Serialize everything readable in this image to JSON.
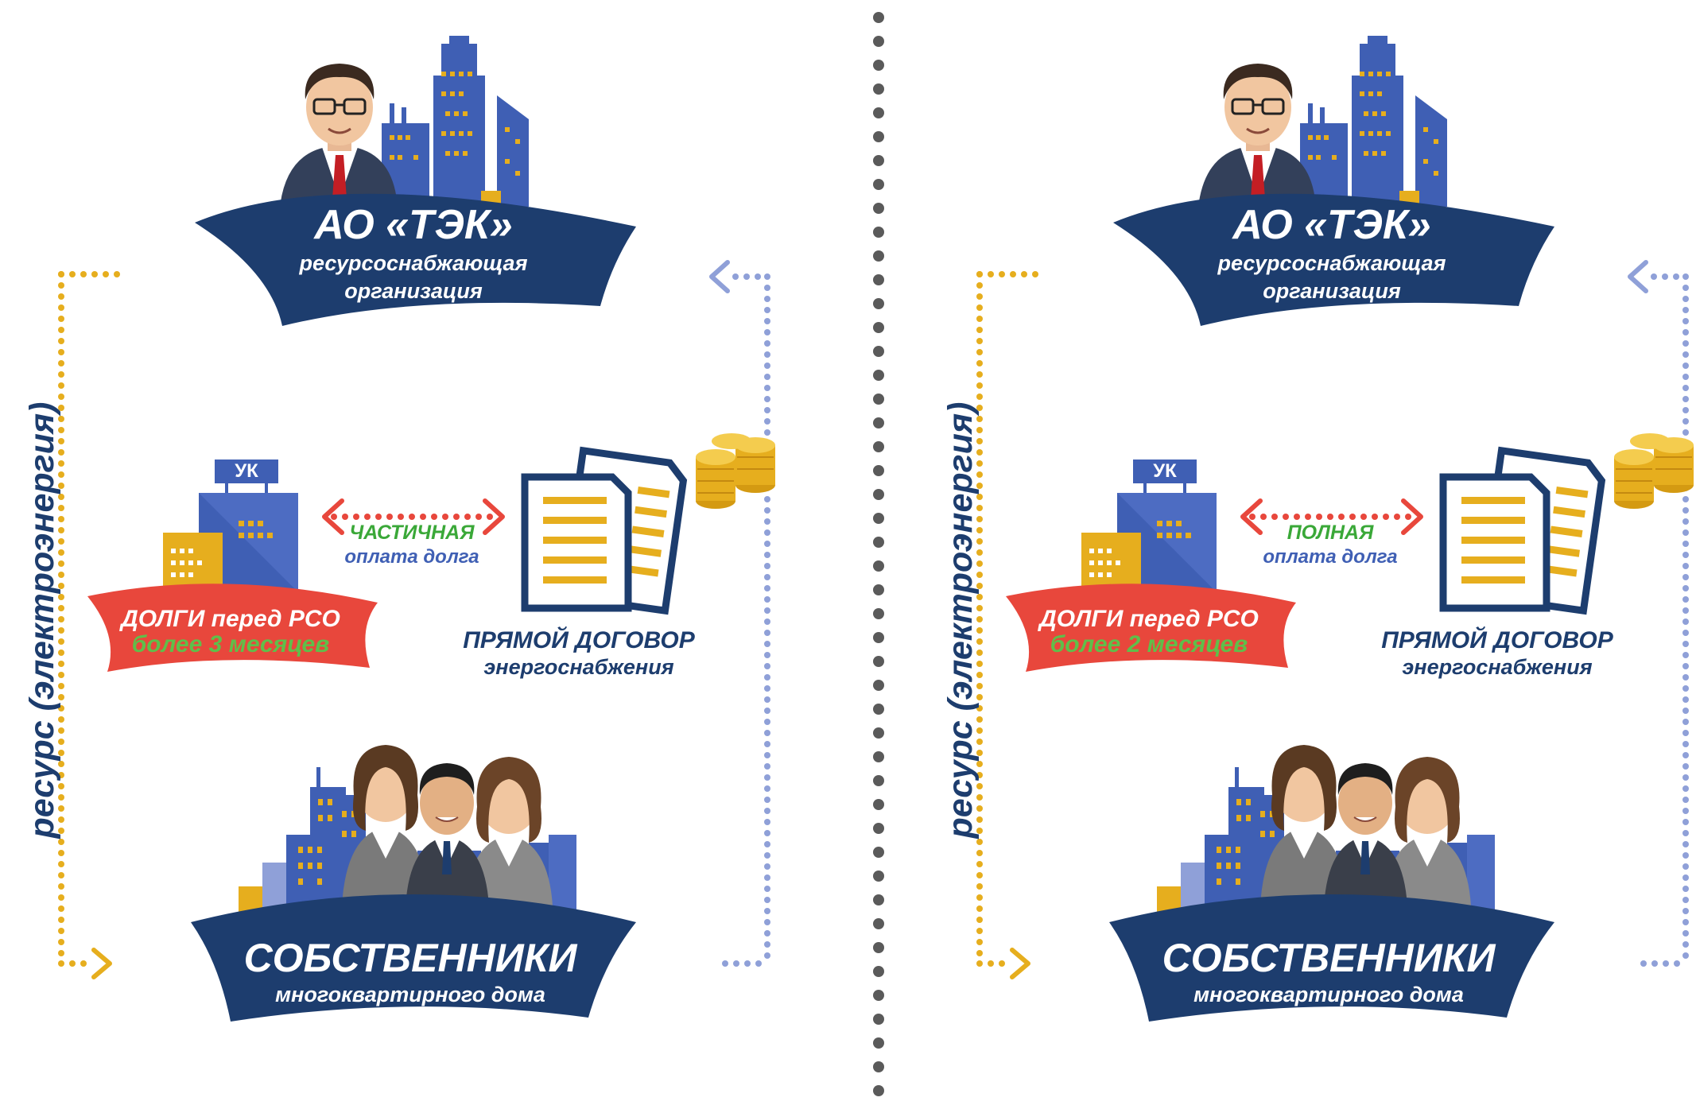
{
  "colors": {
    "navy": "#1d3d6e",
    "blue": "#3f5fb4",
    "lightblue": "#8fa0d8",
    "gold": "#e6ae1e",
    "red": "#e8473c",
    "green": "#5fbf4a",
    "white": "#ffffff",
    "grey": "#5a5a5a"
  },
  "panels": [
    {
      "supplier": {
        "title": "АО «ТЭК»",
        "subtitle_line1": "ресурсоснабжающая",
        "subtitle_line2": "организация"
      },
      "resource_label": "ресурс (электроэнергия)",
      "uk_label": "УК",
      "debt": {
        "line1": "ДОЛГИ перед РСО",
        "line2": "более 3 месяцев"
      },
      "payment": {
        "type": "ЧАСТИЧНАЯ",
        "label": "оплата долга"
      },
      "contract": {
        "line1": "ПРЯМОЙ ДОГОВОР",
        "line2": "энергоснабжения"
      },
      "owners": {
        "title": "СОБСТВЕННИКИ",
        "subtitle": "многоквартирного дома"
      }
    },
    {
      "supplier": {
        "title": "АО «ТЭК»",
        "subtitle_line1": "ресурсоснабжающая",
        "subtitle_line2": "организация"
      },
      "resource_label": "ресурс (электроэнергия)",
      "uk_label": "УК",
      "debt": {
        "line1": "ДОЛГИ перед РСО",
        "line2": "более 2 месяцев"
      },
      "payment": {
        "type": "ПОЛНАЯ",
        "label": "оплата долга"
      },
      "contract": {
        "line1": "ПРЯМОЙ ДОГОВОР",
        "line2": "энергоснабжения"
      },
      "owners": {
        "title": "СОБСТВЕННИКИ",
        "subtitle": "многоквартирного дома"
      }
    }
  ]
}
